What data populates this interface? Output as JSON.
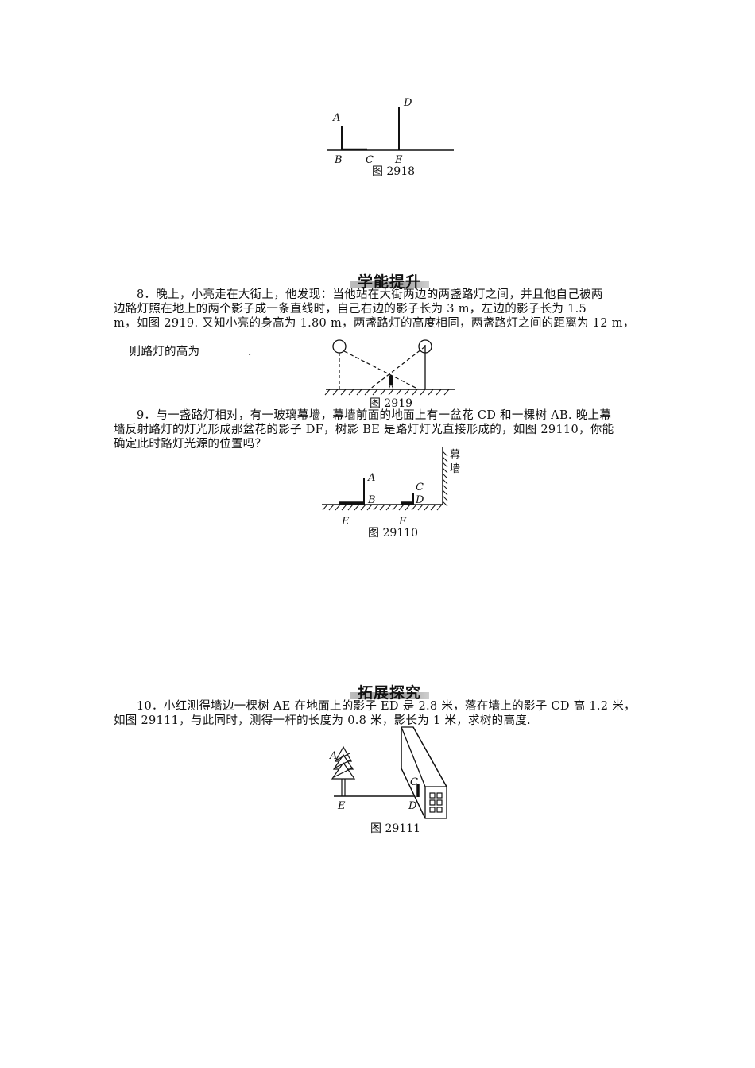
{
  "figure_2918": {
    "caption": "图 2918",
    "labels": {
      "A": "A",
      "B": "B",
      "C": "C",
      "D": "D",
      "E": "E"
    }
  },
  "section_1": {
    "title": "学能提升"
  },
  "q8": {
    "line1": "8．晚上，小亮走在大街上，他发现：当他站在大街两边的两盏路灯之间，并且他自己被两",
    "line2": "边路灯照在地上的两个影子成一条直线时，自己右边的影子长为 3 m，左边的影子长为 1.5",
    "line3": "m，如图 2919. 又知小亮的身高为 1.80 m，两盏路灯的高度相同，两盏路灯之间的距离为 12 m，",
    "line4_prefix": "则路灯的高为",
    "line4_blank": "________",
    "line4_suffix": "."
  },
  "figure_2919": {
    "caption": "图 2919"
  },
  "q9": {
    "line1": "9．与一盏路灯相对，有一玻璃幕墙，幕墙前面的地面上有一盆花 CD 和一棵树 AB. 晚上幕",
    "line2": "墙反射路灯的灯光形成那盆花的影子 DF，树影 BE 是路灯灯光直接形成的，如图 29110，你能",
    "line3": "确定此时路灯光源的位置吗？"
  },
  "figure_29110": {
    "caption": "图 29110",
    "wall_label_1": "幕",
    "wall_label_2": "墙",
    "labels": {
      "A": "A",
      "B": "B",
      "C": "C",
      "D": "D",
      "E": "E",
      "F": "F"
    }
  },
  "section_2": {
    "title": "拓展探究"
  },
  "q10": {
    "line1": "10．小红测得墙边一棵树 AE 在地面上的影子 ED 是 2.8 米，落在墙上的影子 CD 高 1.2 米，",
    "line2": "如图 29111，与此同时，测得一杆的长度为 0.8 米，影长为 1 米，求树的高度."
  },
  "figure_29111": {
    "caption": "图 29111",
    "labels": {
      "A": "A",
      "C": "C",
      "D": "D",
      "E": "E"
    }
  }
}
